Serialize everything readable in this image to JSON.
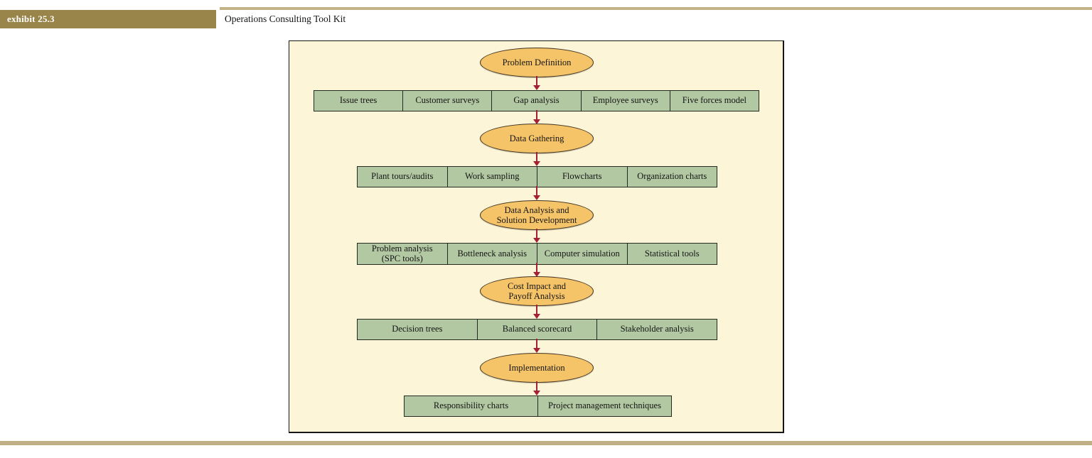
{
  "header": {
    "exhibit_label": "exhibit 25.3",
    "title": "Operations Consulting Tool Kit"
  },
  "colors": {
    "header_bar": "#998549",
    "rule_tan": "#c2b285",
    "footer_rule_tan": "#bfb083",
    "panel_background": "#fcf5d8",
    "stage_ellipse_fill": "#f6c468",
    "stage_ellipse_stroke": "#403322",
    "tool_box_fill": "#b2c8a2",
    "arrow_red": "#a42037"
  },
  "flow": {
    "stages": [
      {
        "label": "Problem Definition",
        "tools": [
          "Issue trees",
          "Customer surveys",
          "Gap analysis",
          "Employee surveys",
          "Five forces model"
        ]
      },
      {
        "label": "Data Gathering",
        "tools": [
          "Plant tours/audits",
          "Work sampling",
          "Flowcharts",
          "Organization charts"
        ]
      },
      {
        "label": "Data Analysis and\nSolution Development",
        "tools": [
          "Problem analysis\n(SPC tools)",
          "Bottleneck analysis",
          "Computer simulation",
          "Statistical tools"
        ]
      },
      {
        "label": "Cost Impact and\nPayoff Analysis",
        "tools": [
          "Decision trees",
          "Balanced scorecard",
          "Stakeholder analysis"
        ]
      },
      {
        "label": "Implementation",
        "tools": [
          "Responsibility charts",
          "Project management techniques"
        ]
      }
    ]
  }
}
